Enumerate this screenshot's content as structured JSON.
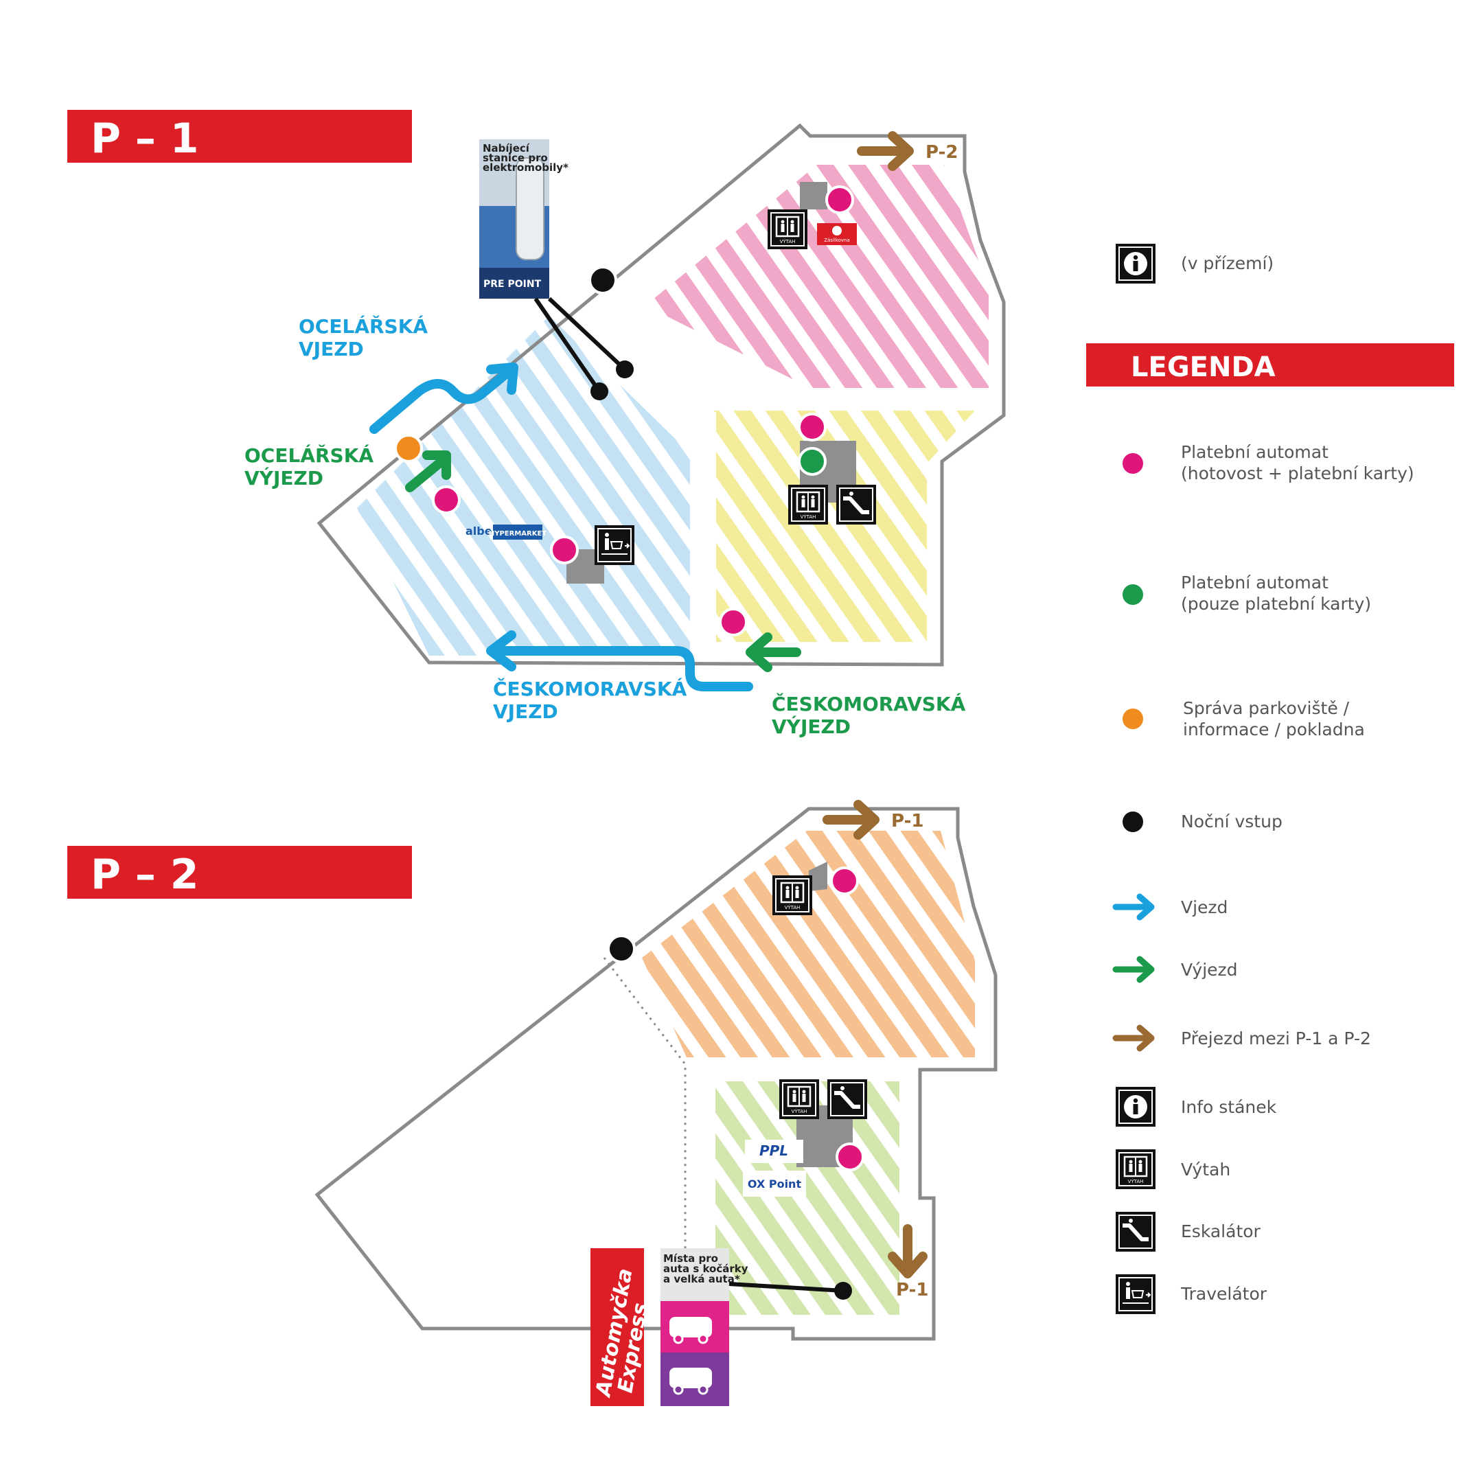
{
  "levels": {
    "p1": {
      "title": "P – 1"
    },
    "p2": {
      "title": "P – 2"
    }
  },
  "streets": {
    "ocelarska_vjezd": [
      "OCELÁŘSKÁ",
      "VJEZD"
    ],
    "ocelarska_vyjezd": [
      "OCELÁŘSKÁ",
      "VÝJEZD"
    ],
    "ceskomoravska_vjezd": [
      "ČESKOMORAVSKÁ",
      "VJEZD"
    ],
    "ceskomoravska_vyjezd": [
      "ČESKOMORAVSKÁ",
      "VÝJEZD"
    ]
  },
  "transfers": {
    "p1_to_p2": "P-2",
    "p2_to_p1_top": "P-1",
    "p2_to_p1_bottom": "P-1"
  },
  "signs": {
    "ev_charging": [
      "Nabíjecí",
      "stanice pro",
      "elektromobily*"
    ],
    "pre_point": "PRE POINT",
    "albert": "albert",
    "hypermarket": "HYPERMARKET",
    "zasilkovna": "Zásilkovna",
    "ppl": "PPL",
    "ox_point": "OX Point",
    "family_spaces": [
      "Místa pro",
      "auta s kočárky",
      "a velká auta*"
    ],
    "car_wash": [
      "Automyčka",
      "Express"
    ],
    "vytah_small": "VÝTAH"
  },
  "legend": {
    "title": "LEGENDA",
    "info_note": "(v přízemí)",
    "items": [
      {
        "icon": "magenta-dot-icon",
        "lines": [
          "Platební automat",
          "(hotovost + platební karty)"
        ]
      },
      {
        "icon": "green-dot-icon",
        "lines": [
          "Platební automat",
          "(pouze platební karty)"
        ]
      },
      {
        "icon": "orange-dot-icon",
        "lines": [
          "Správa parkoviště /",
          "informace / pokladna"
        ]
      },
      {
        "icon": "black-dot-icon",
        "lines": [
          "Noční vstup"
        ]
      },
      {
        "icon": "blue-arrow-icon",
        "lines": [
          "Vjezd"
        ]
      },
      {
        "icon": "green-arrow-icon",
        "lines": [
          "Výjezd"
        ]
      },
      {
        "icon": "brown-arrow-icon",
        "lines": [
          "Přejezd mezi P-1 a P-2"
        ]
      },
      {
        "icon": "info-icon",
        "lines": [
          "Info stánek"
        ]
      },
      {
        "icon": "elevator-icon",
        "lines": [
          "Výtah"
        ]
      },
      {
        "icon": "escalator-icon",
        "lines": [
          "Eskalátor"
        ]
      },
      {
        "icon": "travelator-icon",
        "lines": [
          "Travelátor"
        ]
      }
    ]
  },
  "colors": {
    "red": "#dc1f26",
    "blue": "#1aa0dc",
    "green": "#1b9a4b",
    "brown": "#9a6a33",
    "magenta": "#e0157a",
    "orange": "#f08c1e",
    "zone_pink": "#f0a7c8",
    "zone_blue": "#c4e2f4",
    "zone_yellow": "#f3ec9a",
    "zone_orange": "#f6c08f",
    "zone_green": "#d3e6ae"
  }
}
